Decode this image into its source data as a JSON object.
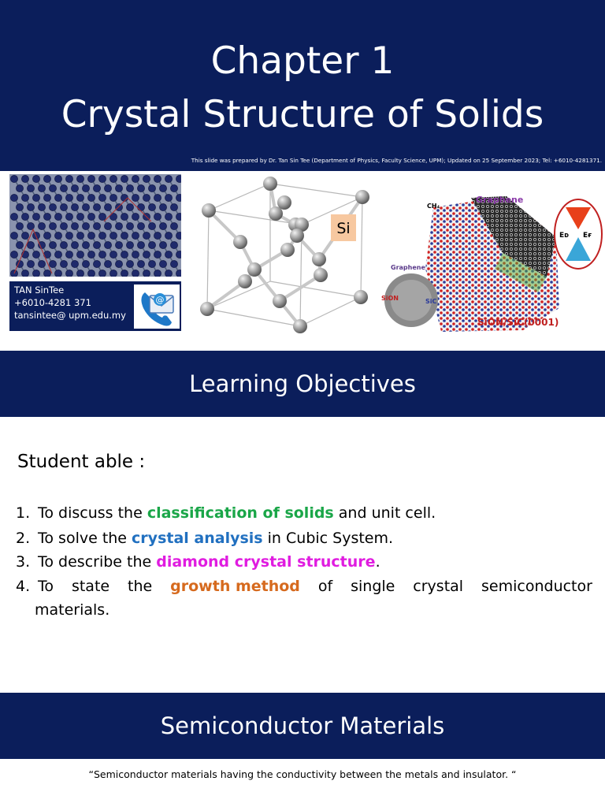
{
  "header": {
    "title_line1": "Chapter 1",
    "title_line2": "Crystal Structure of Solids",
    "credit": "This slide was prepared by Dr. Tan Sin Tee (Department of Physics, Faculty Science, UPM); Updated on 25 September 2023; Tel: +6010-4281371."
  },
  "contact": {
    "name": "TAN SinTee",
    "phone": "+6010-4281 371",
    "email": "tansintee@ upm.edu.my"
  },
  "figures": {
    "diamond_label": "Si",
    "graphene_labels": {
      "graphene_top": "Graphene",
      "ch4": "CH₄",
      "ed": "Eᴅ",
      "ef": "Eғ",
      "graphene_left": "Graphene",
      "sion_small": "SiON",
      "sic_small": "SiC",
      "sion_sic": "SiON/SiC(0001)"
    }
  },
  "learning_objectives": {
    "heading": "Learning Objectives",
    "intro": "Student able :",
    "items": [
      {
        "num": "1.",
        "before": "To discuss the ",
        "highlight": "classification of solids",
        "after": " and unit cell."
      },
      {
        "num": "2.",
        "before": "To solve the ",
        "highlight": "crystal analysis",
        "after": " in Cubic System."
      },
      {
        "num": "3.",
        "before": "To describe the ",
        "highlight": "diamond crystal structure",
        "after": "."
      },
      {
        "num": "4.",
        "w1": "To",
        "w2": "state",
        "w3": "the",
        "highlight": "growth method",
        "w4": "of",
        "w5": "single",
        "w6": "crystal",
        "w7": "semiconductor",
        "cont": "materials."
      }
    ],
    "highlight_colors": [
      "#1aa648",
      "#2170c0",
      "#e01ce0",
      "#d66a1e"
    ]
  },
  "semiconductor": {
    "heading": "Semiconductor Materials",
    "quote": "“Semiconductor materials having the conductivity between the metals and insulator. “"
  },
  "colors": {
    "band": "#0b1e5b",
    "si_label_bg": "#f7c8a0"
  }
}
